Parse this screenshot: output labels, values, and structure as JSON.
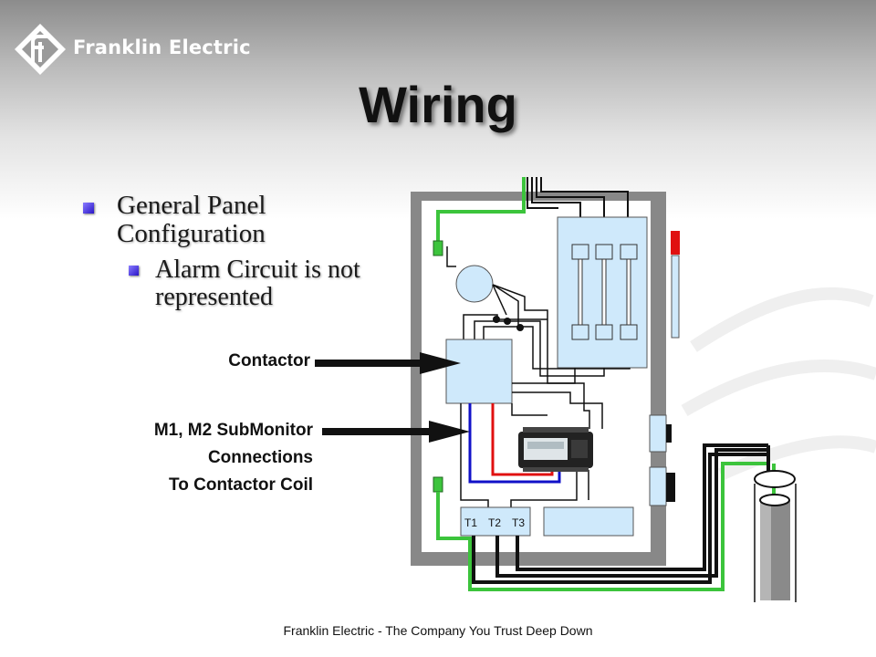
{
  "brand": {
    "name": "Franklin Electric",
    "logo_icon": "franklin-diamond-logo"
  },
  "slide": {
    "title": "Wiring"
  },
  "bullets": [
    {
      "level": 1,
      "text": "General Panel Configuration"
    },
    {
      "level": 2,
      "text": "Alarm Circuit is not represented"
    }
  ],
  "callouts": {
    "contactor": "Contactor",
    "submonitor_lines": [
      "M1, M2 SubMonitor",
      "Connections",
      "To Contactor Coil"
    ]
  },
  "diagram": {
    "terminals": [
      "T1",
      "T2",
      "T3"
    ],
    "wire_colors": {
      "ground": "#3cc43c",
      "power": "#111111",
      "coil_red": "#e01010",
      "coil_blue": "#1010c8",
      "panel": "#cfe9fb"
    }
  },
  "footer": {
    "text": "Franklin Electric - The Company You Trust Deep Down"
  }
}
